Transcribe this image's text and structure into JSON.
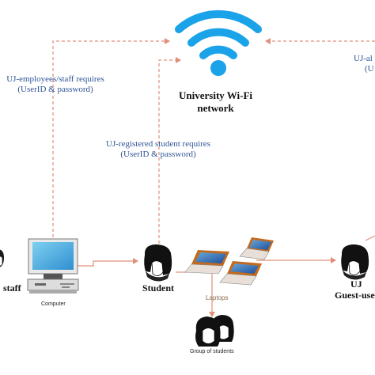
{
  "network": {
    "title_line1": "University Wi-Fi",
    "title_line2": "network"
  },
  "notes": {
    "staff_line1": "UJ-employees/staff requires",
    "staff_line2": "(UserID & password)",
    "student_line1": "UJ-registered student requires",
    "student_line2": "(UserID & password)",
    "guest_line1": "UJ-al",
    "guest_line2": "(U"
  },
  "nodes": {
    "staff": "staff",
    "computer": "Computer",
    "student": "Student",
    "laptops": "Laptops",
    "group": "Group of students",
    "guest_line1": "UJ",
    "guest_line2": "Guest-use"
  },
  "colors": {
    "wifi": "#1aa3e8",
    "arrow": "#e0907a",
    "laptop": "#c46a1e",
    "text_blue": "#2f5597"
  }
}
